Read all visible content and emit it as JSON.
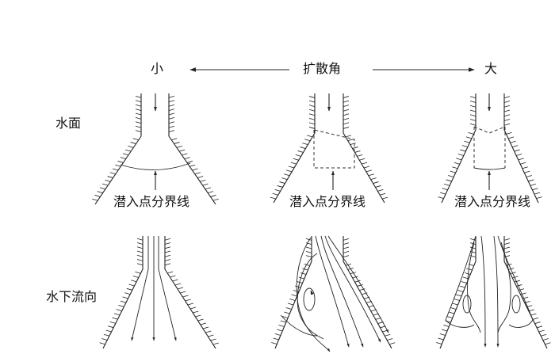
{
  "header": {
    "small": "小",
    "angle": "扩散角",
    "large": "大"
  },
  "rows": {
    "surface": "水面",
    "underwater": "水下流向"
  },
  "boundary_label": "潜入点分界线"
}
